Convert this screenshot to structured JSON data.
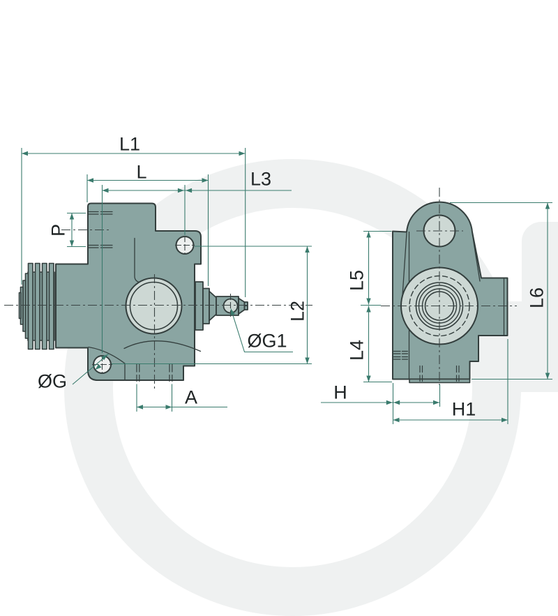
{
  "drawing": {
    "kind": "technical-dimension-drawing",
    "part": "valve-body-two-views"
  },
  "labels": {
    "l1": "L1",
    "l": "L",
    "l3": "L3",
    "p": "P",
    "og": "ØG",
    "a": "A",
    "og1": "ØG1",
    "l2": "L2",
    "l5": "L5",
    "l4": "L4",
    "l6": "L6",
    "h": "H",
    "h1": "H1"
  },
  "watermark": {
    "letter": "G",
    "color": "#eff1f1"
  },
  "colors": {
    "body_fill": "#8aa5a2",
    "body_fill_light": "#cdd8d4",
    "screw_fill": "#edf0ef",
    "outline": "#333e3d",
    "centerline": "#3a4444",
    "dimension": "#3a7b6d",
    "label_text": "#1f2425",
    "background": "#ffffff"
  }
}
